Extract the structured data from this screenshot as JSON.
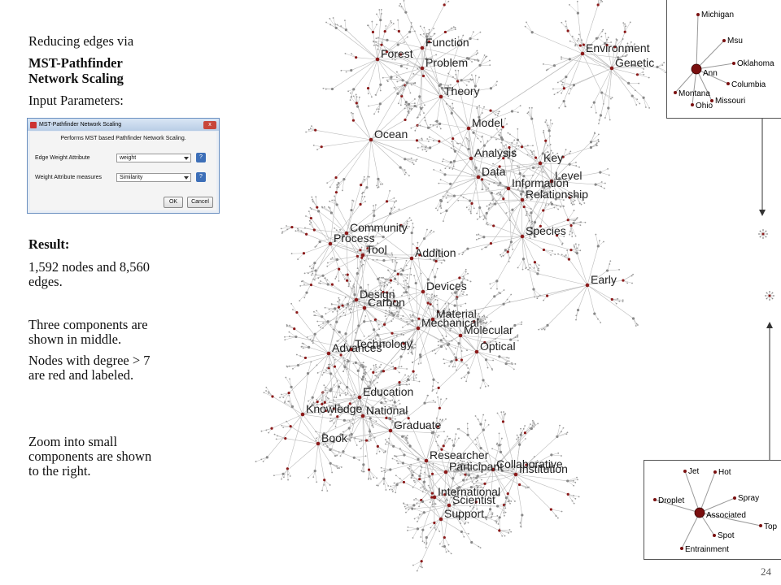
{
  "text": {
    "line1": "Reducing edges via",
    "line2": "MST-Pathfinder",
    "line3": "Network Scaling",
    "line4": "Input Parameters:",
    "result_label": "Result:",
    "result_a": "1,592 nodes and 8,560",
    "result_b": "edges.",
    "three_a": "Three components are",
    "three_b": "shown in middle.",
    "nodes_a": "Nodes with degree > 7",
    "nodes_b": "are red and labeled.",
    "zoom_a": "Zoom into small",
    "zoom_b": "components are shown",
    "zoom_c": "to the right."
  },
  "dialog": {
    "title": "MST-Pathfinder Network Scaling",
    "close": "x",
    "description": "Performs MST based Pathfinder Network Scaling.",
    "field1_label": "Edge Weight Attribute",
    "field1_value": "weight",
    "field2_label": "Weight Attribute measures",
    "field2_value": "Similarity",
    "help": "?",
    "ok": "OK",
    "cancel": "Cancel"
  },
  "network_labels": [
    "Function",
    "Forest",
    "Problem",
    "Theory",
    "Model",
    "Environment",
    "Genetic",
    "Ocean",
    "Analysis",
    "Data",
    "Key",
    "Level",
    "Information",
    "Relationship",
    "Community",
    "Process",
    "Tool",
    "Species",
    "Addition",
    "Devices",
    "Early",
    "Design",
    "Carbon",
    "Material",
    "Mechanical",
    "Molecular",
    "Optical",
    "Technology",
    "Advances",
    "Education",
    "Knowledge",
    "National",
    "Graduate",
    "Book",
    "Researcher",
    "Participant",
    "Collaborative",
    "Institution",
    "International",
    "Scientist",
    "Support"
  ],
  "inset_top": {
    "hub": "Ann",
    "nodes": [
      "Michigan",
      "Msu",
      "Oklahoma",
      "Columbia",
      "Missouri",
      "Ohio",
      "Montana"
    ]
  },
  "inset_bottom": {
    "hub": "Associated",
    "nodes": [
      "Jet",
      "Hot",
      "Spray",
      "Top",
      "Spot",
      "Entrainment",
      "Droplet"
    ]
  },
  "page_number": "24",
  "colors": {
    "node_red": "#8b1a1a",
    "edge": "#bbbbbb",
    "hub": "#7a0f0f"
  }
}
